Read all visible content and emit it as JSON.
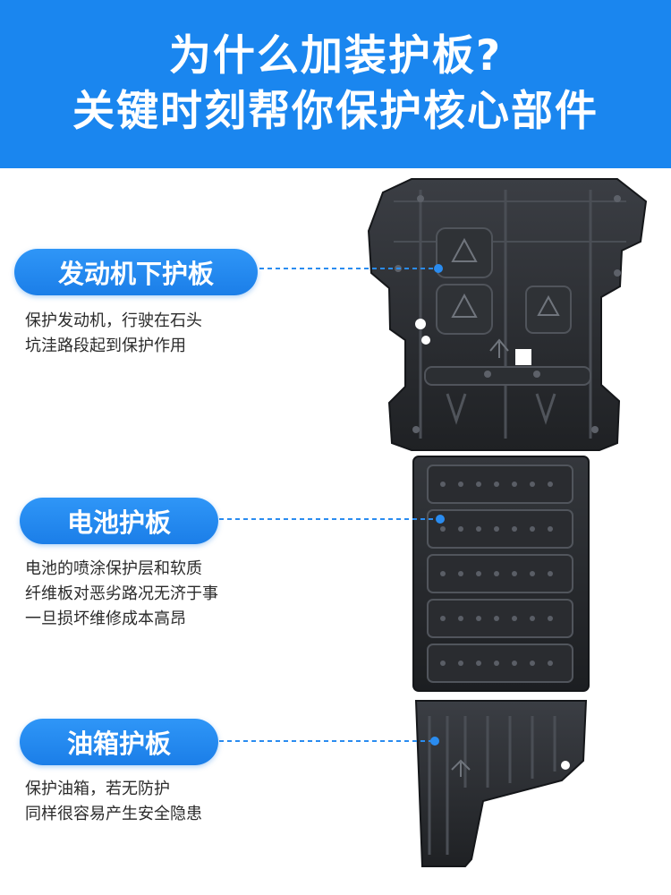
{
  "header": {
    "line1": "为什么加装护板?",
    "line2": "关键时刻帮你保护核心部件"
  },
  "sections": [
    {
      "label": "发动机下护板",
      "desc": [
        "保护发动机，行驶在石头",
        "坑洼路段起到保护作用"
      ]
    },
    {
      "label": "电池护板",
      "desc": [
        "电池的喷涂保护层和软质",
        "纤维板对恶劣路况无济于事",
        "一旦损坏维修成本高昂"
      ]
    },
    {
      "label": "油箱护板",
      "desc": [
        "保护油箱，若无防护",
        "同样很容易产生安全隐患"
      ]
    }
  ],
  "colors": {
    "banner": "#1a86ef",
    "pill": "#1b7ee8",
    "plate": "#2a2c30",
    "leader": "#2a8cf0"
  }
}
